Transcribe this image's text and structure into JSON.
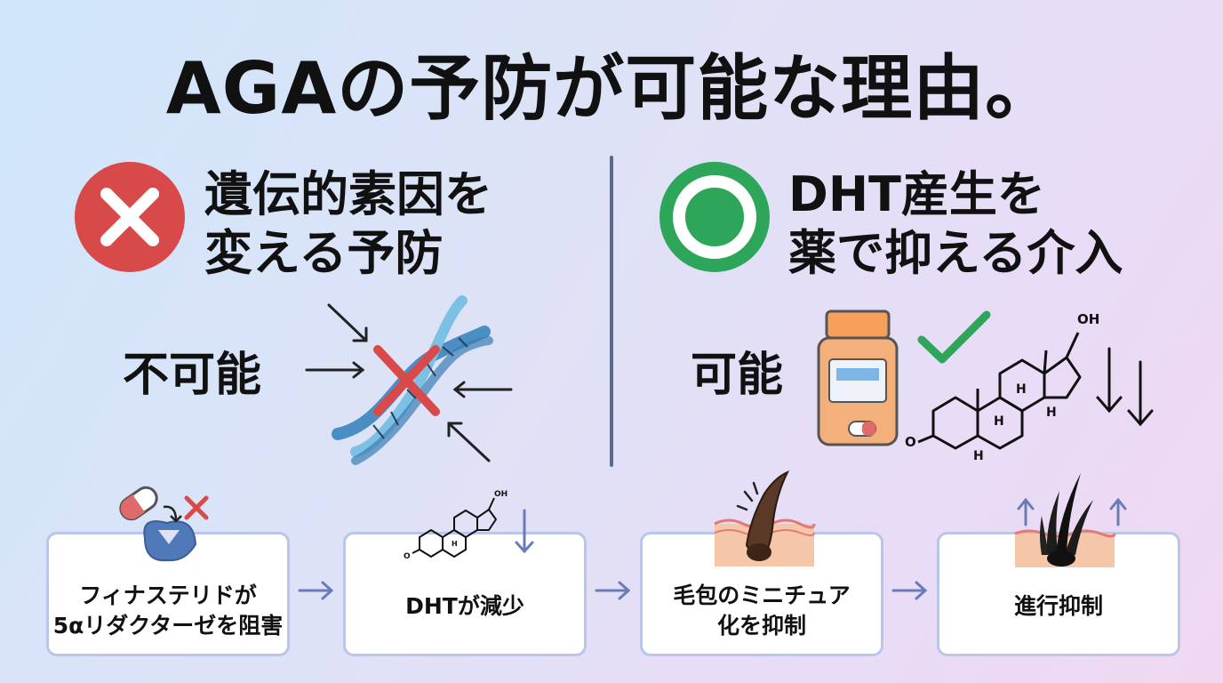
{
  "title": "AGAの予防が可能な理由。",
  "left": {
    "badge_icon": "cross-mark-icon",
    "heading": [
      "遺伝的素因を",
      "変える予防"
    ],
    "verdict": "不可能",
    "illustration": "dna-blocked-icon"
  },
  "right": {
    "badge_icon": "circle-check-icon",
    "heading": [
      "DHT産生を",
      "薬で抑える介入"
    ],
    "verdict": "可能",
    "illustration": "medicine-bottle-dht-down-icon",
    "molecule_labels": {
      "oh": "OH",
      "o": "O",
      "h": "H"
    }
  },
  "steps": [
    {
      "lines": [
        "フィナステリドが",
        "5αリダクターゼを阻害"
      ],
      "icon": "enzyme-inhibition-icon"
    },
    {
      "lines": [
        "DHTが減少"
      ],
      "icon": "dht-decrease-icon",
      "molecule_labels": {
        "oh": "OH",
        "o": "O",
        "h": "H"
      }
    },
    {
      "lines": [
        "毛包のミニチュア",
        "化を抑制"
      ],
      "icon": "hair-follicle-icon"
    },
    {
      "lines": [
        "進行抑制"
      ],
      "icon": "hair-growth-icon"
    }
  ],
  "colors": {
    "red": "#d84a4a",
    "green": "#2ea65a",
    "dna_blue": "#5aa8d6",
    "arrow": "#6b7bb8",
    "card_border": "#b9c6ea"
  }
}
